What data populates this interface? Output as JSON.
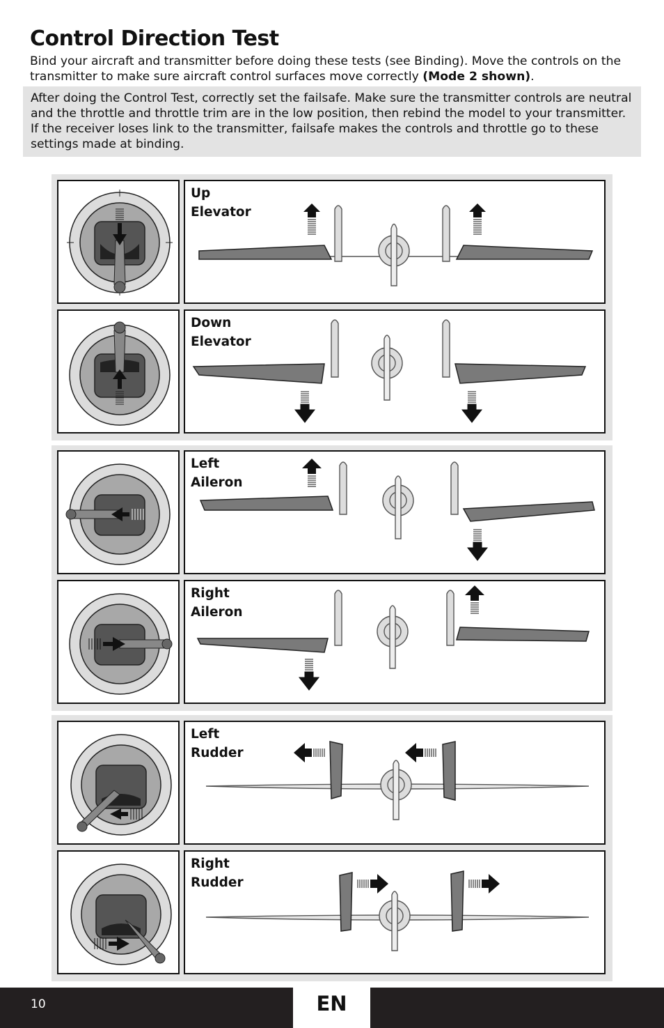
{
  "header": {
    "title": "Control Direction Test",
    "intro_text": "Bind your aircraft and transmitter before doing these tests (see Binding). Move the controls on the transmitter to make sure aircraft control surfaces move correctly ",
    "intro_bold": "(Mode 2 shown)",
    "intro_end": "."
  },
  "failsafe_note": "After doing the Control Test, correctly set the failsafe. Make sure the transmitter controls are neutral and the throttle and throttle trim are in the low position, then rebind the model to your transmitter.  If the receiver loses link to the transmitter, failsafe makes the controls and throttle go to these settings made at binding.",
  "panels": [
    {
      "line1": "Up",
      "line2": "Elevator",
      "stick": "down"
    },
    {
      "line1": "Down",
      "line2": "Elevator",
      "stick": "up"
    },
    {
      "line1": "Left",
      "line2": "Aileron",
      "stick": "left"
    },
    {
      "line1": "Right",
      "line2": "Aileron",
      "stick": "right"
    },
    {
      "line1": "Left",
      "line2": "Rudder",
      "stick": "left"
    },
    {
      "line1": "Right",
      "line2": "Rudder",
      "stick": "right"
    }
  ],
  "footer": {
    "page_number": "10",
    "language": "EN"
  },
  "colors": {
    "panel_bg": "#e3e3e3",
    "footer_bg": "#231f20",
    "surface": "#7a7a7a"
  }
}
